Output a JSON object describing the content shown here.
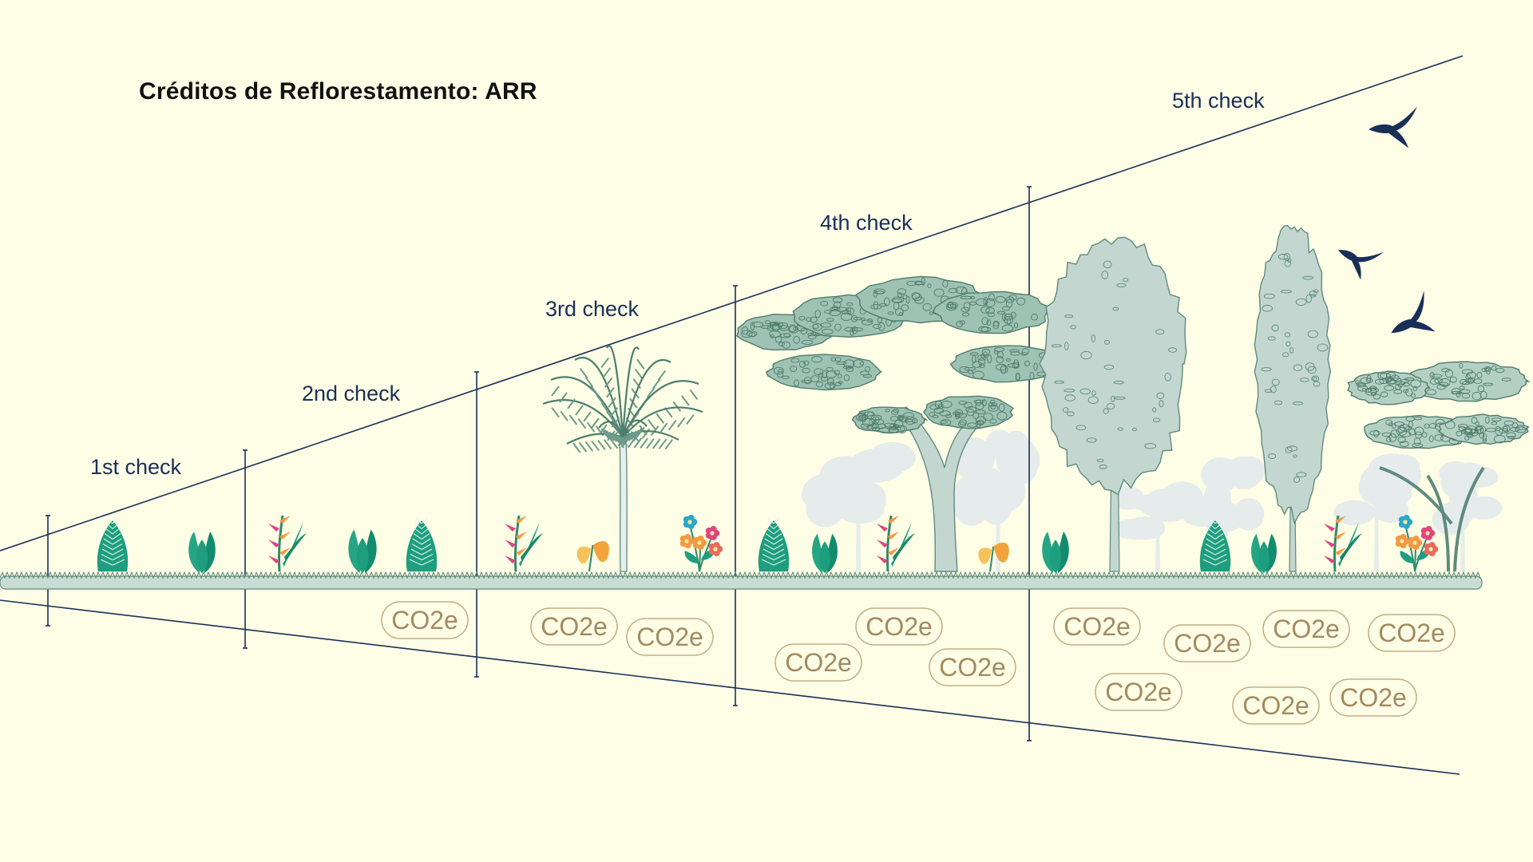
{
  "title": "Créditos de Reflorestamento: ARR",
  "checks": [
    {
      "label": "1st check"
    },
    {
      "label": "2nd check"
    },
    {
      "label": "3rd check"
    },
    {
      "label": "4th check"
    },
    {
      "label": "5th check"
    }
  ],
  "co2_badges": [
    {
      "label": "CO2e"
    },
    {
      "label": "CO2e"
    },
    {
      "label": "CO2e"
    },
    {
      "label": "CO2e"
    },
    {
      "label": "CO2e"
    },
    {
      "label": "CO2e"
    },
    {
      "label": "CO2e"
    },
    {
      "label": "CO2e"
    },
    {
      "label": "CO2e"
    },
    {
      "label": "CO2e"
    },
    {
      "label": "CO2e"
    },
    {
      "label": "CO2e"
    },
    {
      "label": "CO2e"
    }
  ],
  "colors": {
    "background": "#FEFEE6",
    "navy": "#1A2F57",
    "ground": "#C9DCD3",
    "tree": "#C3D7D0",
    "tree_outline": "#5E8B7E",
    "teal_plant": "#1E9E7E",
    "pink_plant": "#D83F7E",
    "orange_plant": "#F2A33A",
    "badge_text": "#A28A62",
    "badge_border": "#BFAF8A"
  },
  "icons": [
    "bird-icon",
    "palm-tree-icon",
    "pine-tree-icon",
    "broadleaf-tree-icon",
    "poplar-tree-icon",
    "acacia-tree-icon",
    "fern-icon",
    "leafy-plant-icon",
    "heliconia-icon",
    "flower-icon"
  ]
}
